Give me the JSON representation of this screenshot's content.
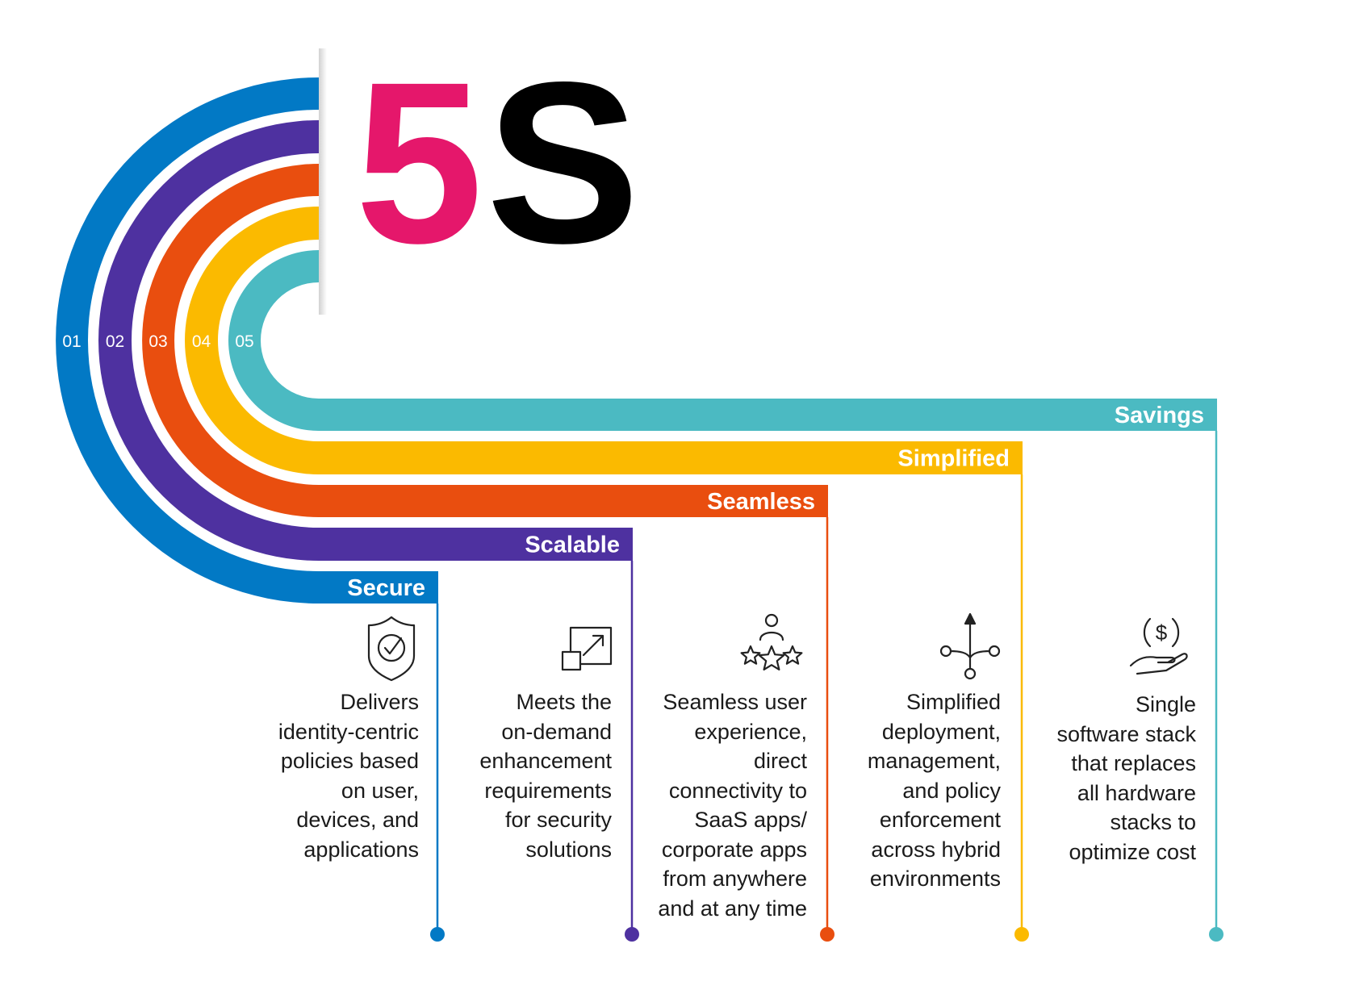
{
  "title": {
    "number": "5",
    "letter": "S"
  },
  "colors": {
    "pink": "#E5176B",
    "black": "#000000"
  },
  "pillars": [
    {
      "num": "01",
      "label": "Secure",
      "color": "#0279C5",
      "icon": "shield-check-icon",
      "lines": [
        "Delivers",
        "identity-centric",
        "policies based",
        "on user,",
        "devices, and",
        "applications"
      ]
    },
    {
      "num": "02",
      "label": "Scalable",
      "color": "#4E31A0",
      "icon": "scale-up-icon",
      "lines": [
        "Meets the",
        "on-demand",
        "enhancement",
        "requirements",
        "for security",
        "solutions"
      ]
    },
    {
      "num": "03",
      "label": "Seamless",
      "color": "#E94E0F",
      "icon": "user-stars-icon",
      "lines": [
        "Seamless user",
        "experience,",
        "direct",
        "connectivity to",
        "SaaS apps/",
        "corporate apps",
        "from anywhere",
        "and at any time"
      ]
    },
    {
      "num": "04",
      "label": "Simplified",
      "color": "#FBBA00",
      "icon": "network-branch-icon",
      "lines": [
        "Simplified",
        "deployment,",
        "management,",
        "and policy",
        "enforcement",
        "across hybrid",
        "environments"
      ]
    },
    {
      "num": "05",
      "label": "Savings",
      "color": "#4BBAC2",
      "icon": "hand-coin-icon",
      "lines": [
        "Single",
        "software stack",
        "that replaces",
        "all hardware",
        "stacks to",
        "optimize cost"
      ]
    }
  ]
}
